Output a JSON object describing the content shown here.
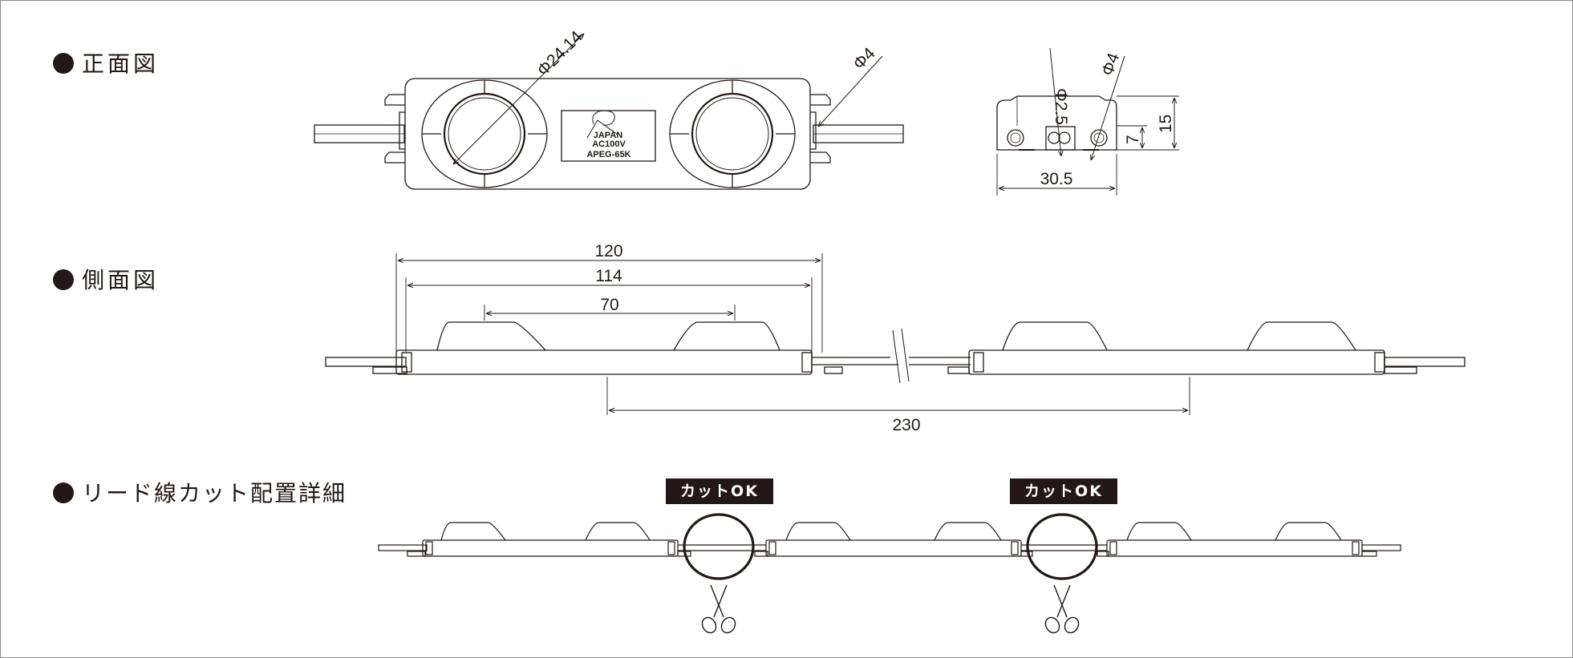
{
  "sections": {
    "front": "正面図",
    "side": "側面図",
    "cut": "リード線カット配置詳細"
  },
  "front_view": {
    "lens_diameter": "Φ24.14",
    "mount_hole": "Φ4",
    "label_lines": [
      "AC100V",
      "APEG-65K"
    ],
    "logo_text": "JAPAN"
  },
  "end_view": {
    "hole_small": "Φ2.5",
    "hole_large": "Φ4",
    "width": "30.5",
    "height_total": "15",
    "height_body": "7"
  },
  "side_view": {
    "overall": "120",
    "body": "114",
    "lens_pitch": "70",
    "module_pitch": "230"
  },
  "cut_detail": {
    "badge": "カットOK"
  },
  "colors": {
    "line": "#231815",
    "badge_bg": "#231815",
    "badge_text": "#ffffff"
  }
}
